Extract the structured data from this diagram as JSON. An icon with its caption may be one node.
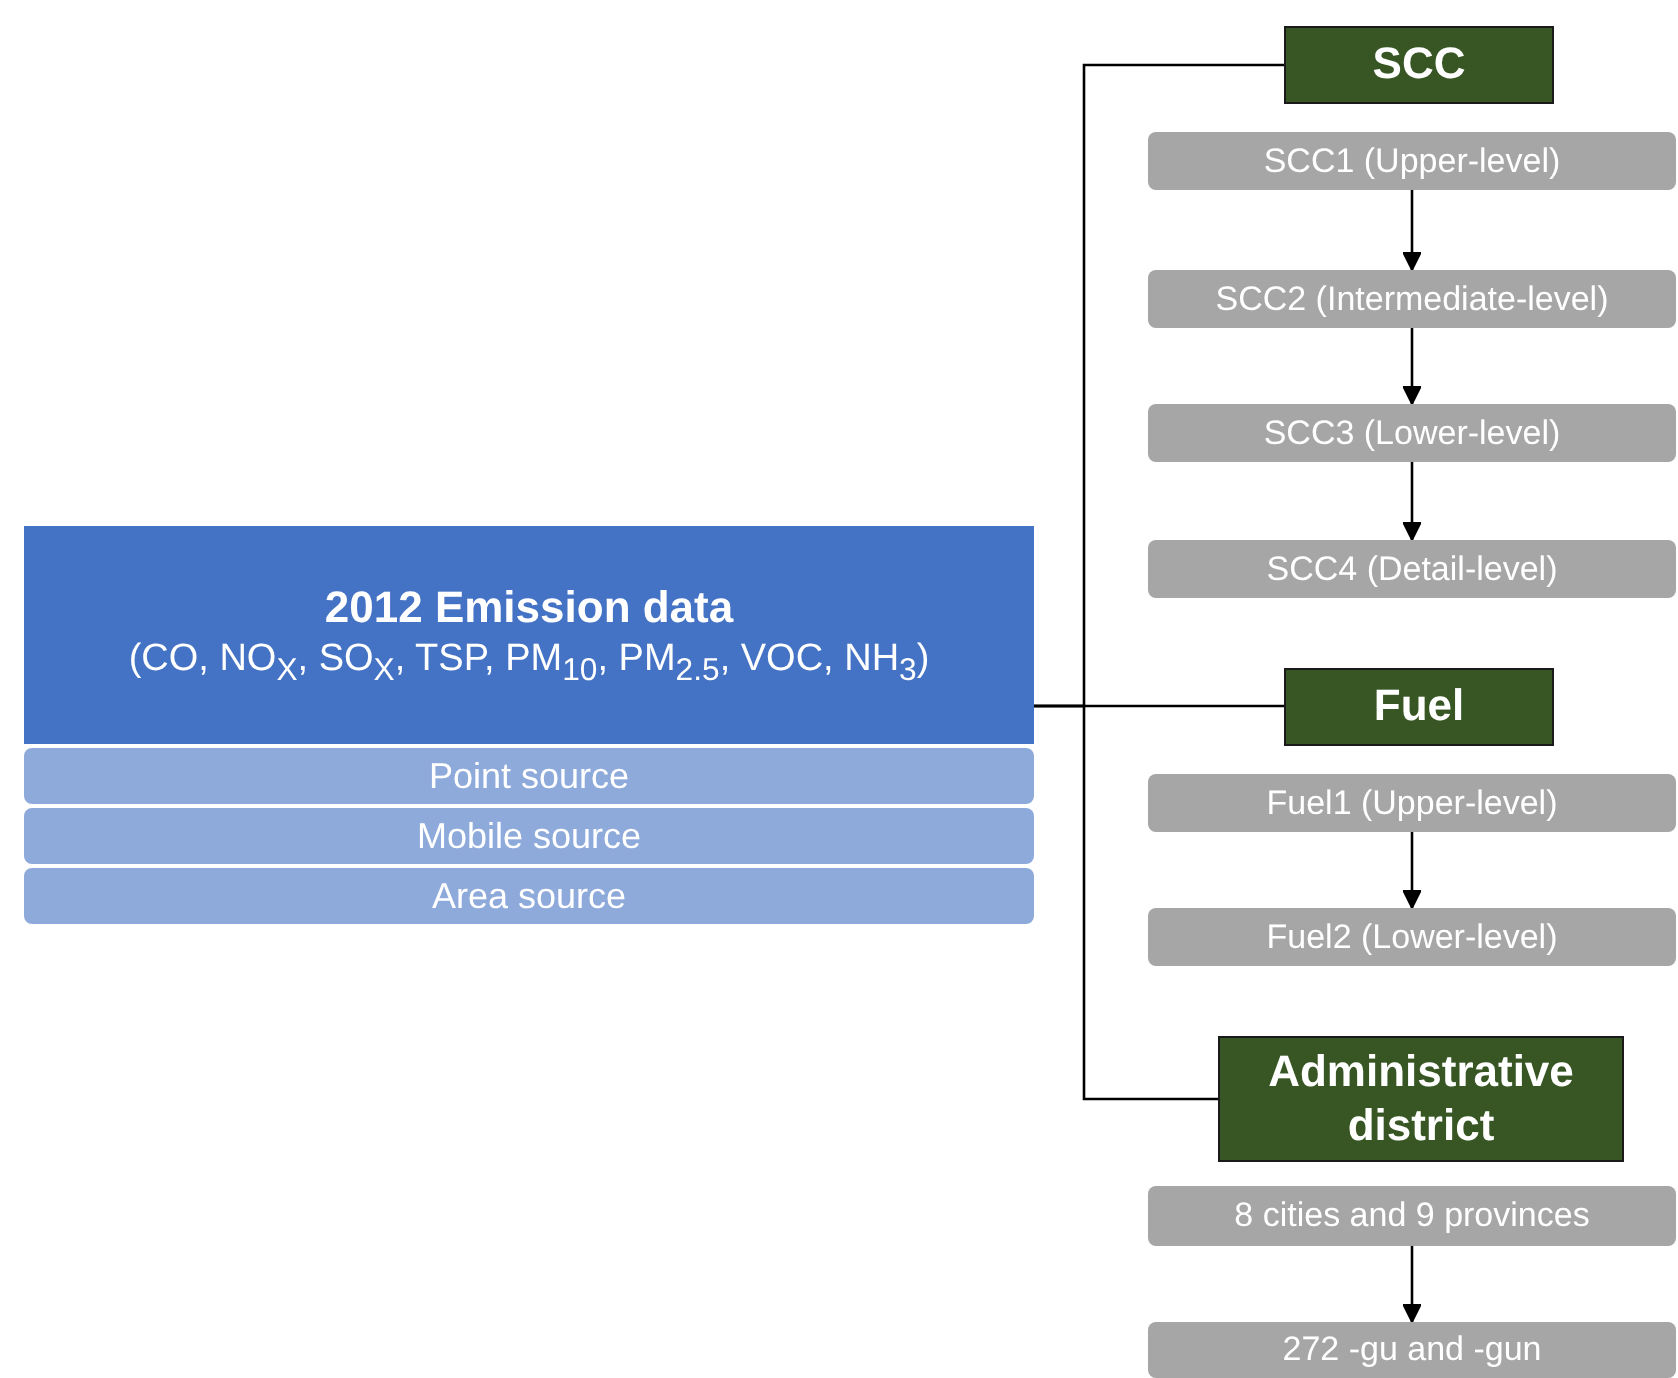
{
  "diagram": {
    "nodes": [
      {
        "text": [
          "2012 Emission data",
          "(CO, NO$_{X}$, SO$_{X}$, TSP, PM$_{10}$, PM$_{2.5}$, VOC, NH$_{3}$)"
        ]
      },
      {
        "text": [
          "Point source"
        ]
      },
      {
        "text": [
          "Mobile source"
        ]
      },
      {
        "text": [
          "Area source"
        ]
      },
      {
        "text": [
          "SCC"
        ]
      },
      {
        "text": [
          "SCC1 (Upper-level)"
        ]
      },
      {
        "text": [
          "SCC2 (Intermediate-level)"
        ]
      },
      {
        "text": [
          "SCC3 (Lower-level)"
        ]
      },
      {
        "text": [
          "SCC4 (Detail-level)"
        ]
      },
      {
        "text": [
          "Fuel"
        ]
      },
      {
        "text": [
          "Fuel1 (Upper-level)"
        ]
      },
      {
        "text": [
          "Fuel2 (Lower-level)"
        ]
      },
      {
        "text": [
          "Administrative district"
        ]
      },
      {
        "text": [
          "8 cities and 9 provinces"
        ]
      },
      {
        "text": [
          "272 -gu and -gun"
        ]
      }
    ],
    "edges": [
      {
        "from": 0,
        "to": 4,
        "arrow": "none"
      },
      {
        "from": 0,
        "to": 9,
        "arrow": "none"
      },
      {
        "from": 0,
        "to": 12,
        "arrow": "none"
      },
      {
        "from": 5,
        "to": 6,
        "arrow": "to"
      },
      {
        "from": 6,
        "to": 7,
        "arrow": "to"
      },
      {
        "from": 7,
        "to": 8,
        "arrow": "to"
      },
      {
        "from": 10,
        "to": 11,
        "arrow": "to"
      },
      {
        "from": 13,
        "to": 14,
        "arrow": "to"
      }
    ]
  }
}
